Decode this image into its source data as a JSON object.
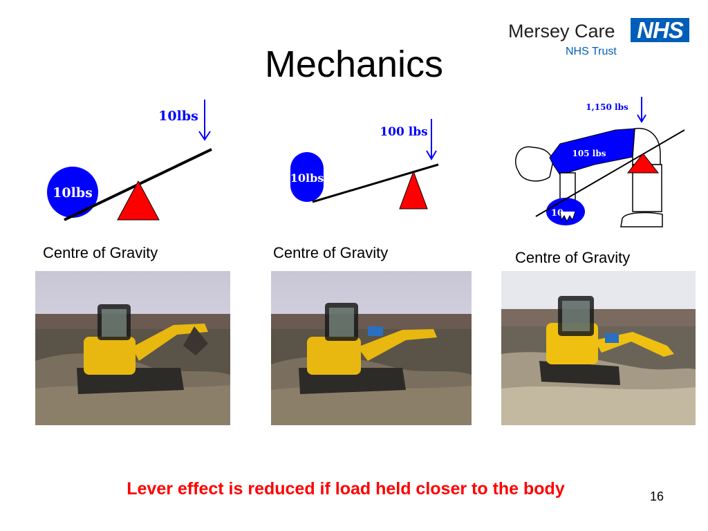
{
  "slide": {
    "title": "Mechanics",
    "page_number": "16",
    "footer": "Lever effect is reduced if load held closer to the body"
  },
  "logo": {
    "org_name": "Mersey Care",
    "trust": "NHS Trust",
    "badge": "NHS",
    "colors": {
      "nhs_blue": "#005eb8"
    }
  },
  "diagrams": [
    {
      "load_label": "10lbs",
      "force_label": "10lbs",
      "caption": "Centre of Gravity"
    },
    {
      "load_label": "10lbs",
      "force_label": "100 lbs",
      "caption": "Centre of Gravity"
    },
    {
      "load_label": "10",
      "body_label": "105 lbs",
      "force_label": "1,150 lbs",
      "caption": "Centre of Gravity"
    }
  ],
  "colors": {
    "load_blue": "#0000ff",
    "fulcrum_red": "#ff0000",
    "footer_red": "#ff0000"
  }
}
